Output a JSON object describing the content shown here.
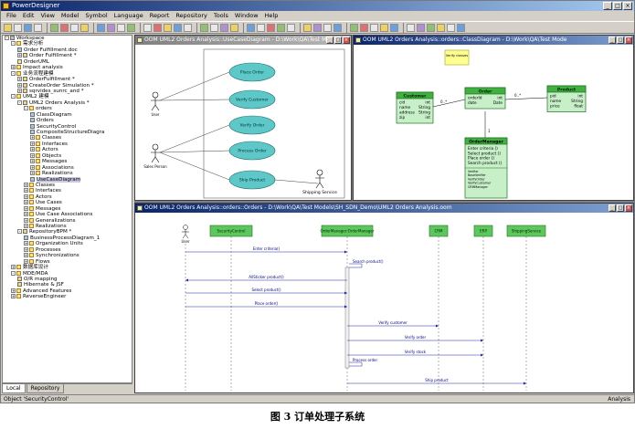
{
  "app": {
    "title": "PowerDesigner"
  },
  "menu": [
    "File",
    "Edit",
    "View",
    "Model",
    "Symbol",
    "Language",
    "Report",
    "Repository",
    "Tools",
    "Window",
    "Help"
  ],
  "browser": {
    "tree": [
      {
        "d": 0,
        "t": "Workspace",
        "pm": "-",
        "ic": "ws"
      },
      {
        "d": 1,
        "t": "需求分析",
        "pm": "-",
        "ic": "fd"
      },
      {
        "d": 2,
        "t": "Order Fulfillment.doc",
        "pm": "",
        "ic": "dg"
      },
      {
        "d": 2,
        "t": "Order Fulfillment *",
        "pm": "+",
        "ic": "pk"
      },
      {
        "d": 2,
        "t": "OrderUML",
        "pm": "",
        "ic": "cl"
      },
      {
        "d": 1,
        "t": "Impact analysis",
        "pm": "+",
        "ic": "fd"
      },
      {
        "d": 1,
        "t": "业务流程建模",
        "pm": "-",
        "ic": "fd"
      },
      {
        "d": 2,
        "t": "OrderFulfillment *",
        "pm": "+",
        "ic": "pk"
      },
      {
        "d": 2,
        "t": "CreateOrder Simulation *",
        "pm": "+",
        "ic": "pk"
      },
      {
        "d": 2,
        "t": "sqrvides_sunrc_and *",
        "pm": "+",
        "ic": "pk"
      },
      {
        "d": 1,
        "t": "UML2 建模",
        "pm": "-",
        "ic": "fd"
      },
      {
        "d": 2,
        "t": "UML2 Orders Analysis *",
        "pm": "-",
        "ic": "pk"
      },
      {
        "d": 3,
        "t": "orders",
        "pm": "-",
        "ic": "fd"
      },
      {
        "d": 4,
        "t": "ClassDiagram",
        "pm": "",
        "ic": "dg"
      },
      {
        "d": 4,
        "t": "Orders",
        "pm": "",
        "ic": "dg"
      },
      {
        "d": 4,
        "t": "SecurityControl",
        "pm": "",
        "ic": "dg"
      },
      {
        "d": 4,
        "t": "CompositeStructureDiagra",
        "pm": "",
        "ic": "dg"
      },
      {
        "d": 4,
        "t": "Classes",
        "pm": "+",
        "ic": "fd"
      },
      {
        "d": 4,
        "t": "Interfaces",
        "pm": "+",
        "ic": "fd"
      },
      {
        "d": 4,
        "t": "Actors",
        "pm": "+",
        "ic": "fd"
      },
      {
        "d": 4,
        "t": "Objects",
        "pm": "+",
        "ic": "fd"
      },
      {
        "d": 4,
        "t": "Messages",
        "pm": "+",
        "ic": "fd"
      },
      {
        "d": 4,
        "t": "Associations",
        "pm": "+",
        "ic": "fd"
      },
      {
        "d": 4,
        "t": "Realizations",
        "pm": "+",
        "ic": "fd"
      },
      {
        "d": 4,
        "t": "UseCaseDiagram",
        "pm": "",
        "ic": "dg",
        "sel": true
      },
      {
        "d": 3,
        "t": "Classes",
        "pm": "+",
        "ic": "fd"
      },
      {
        "d": 3,
        "t": "Interfaces",
        "pm": "+",
        "ic": "fd"
      },
      {
        "d": 3,
        "t": "Actors",
        "pm": "+",
        "ic": "fd"
      },
      {
        "d": 3,
        "t": "Use Cases",
        "pm": "+",
        "ic": "fd"
      },
      {
        "d": 3,
        "t": "Messages",
        "pm": "+",
        "ic": "fd"
      },
      {
        "d": 3,
        "t": "Use Case Associations",
        "pm": "+",
        "ic": "fd"
      },
      {
        "d": 3,
        "t": "Generalizations",
        "pm": "+",
        "ic": "fd"
      },
      {
        "d": 3,
        "t": "Realizations",
        "pm": "+",
        "ic": "fd"
      },
      {
        "d": 2,
        "t": "RepositoryBPM *",
        "pm": "-",
        "ic": "pk"
      },
      {
        "d": 3,
        "t": "BusinessProcessDiagram_1",
        "pm": "",
        "ic": "dg"
      },
      {
        "d": 3,
        "t": "Organization Units",
        "pm": "+",
        "ic": "fd"
      },
      {
        "d": 3,
        "t": "Processes",
        "pm": "+",
        "ic": "fd"
      },
      {
        "d": 3,
        "t": "Synchronizations",
        "pm": "+",
        "ic": "fd"
      },
      {
        "d": 3,
        "t": "Flows",
        "pm": "+",
        "ic": "fd"
      },
      {
        "d": 1,
        "t": "数据库设计",
        "pm": "+",
        "ic": "fd"
      },
      {
        "d": 1,
        "t": "MDE/MDA",
        "pm": "-",
        "ic": "fd"
      },
      {
        "d": 2,
        "t": "O/R mapping",
        "pm": "",
        "ic": "pk"
      },
      {
        "d": 2,
        "t": "Hibernate & JSF",
        "pm": "",
        "ic": "pk"
      },
      {
        "d": 1,
        "t": "Advanced Features",
        "pm": "+",
        "ic": "fd"
      },
      {
        "d": 1,
        "t": "ReverseEngineer",
        "pm": "+",
        "ic": "fd"
      }
    ],
    "tabs": [
      "Local",
      "Repository"
    ]
  },
  "status": {
    "left": "Object 'SecurityControl'",
    "right": "Analysis"
  },
  "win1": {
    "title": "OOM UML2 Orders Analysis::UseCaseDiagram - D:\\Work\\QA\\Test M",
    "actors": [
      "User",
      "Sales Person"
    ],
    "usecases": [
      "Place Order",
      "Verify Customer",
      "Verify Order",
      "Process Order",
      "Ship Product"
    ],
    "system": "Shipping Service"
  },
  "win2": {
    "title": "OOM UML2 Orders Analysis::orders::ClassDiagram - D:\\Work\\QA\\Test Mode",
    "note": "Verify classes",
    "classes": [
      {
        "name": "Customer",
        "attrs": [
          [
            "cid",
            "int"
          ],
          [
            "name",
            "String"
          ],
          [
            "address",
            "String"
          ],
          [
            "zip",
            "int"
          ]
        ]
      },
      {
        "name": "Order",
        "attrs": [
          [
            "orderId",
            "int"
          ],
          [
            "date",
            "Date"
          ]
        ]
      },
      {
        "name": "Product",
        "attrs": [
          [
            "pid",
            "int"
          ],
          [
            "name",
            "String"
          ],
          [
            "price",
            "float"
          ]
        ]
      }
    ],
    "mult": [
      "0..*",
      "0..*",
      "1"
    ],
    "mgr": {
      "name": "OrderManager",
      "ops": [
        "Enter criteria ()",
        "Select product ()",
        "Place order ()",
        "Search product ()"
      ],
      "subs": [
        "Verifier",
        "BaseVerifier",
        "VerifyOrder",
        "VerifyCustomer",
        "CRMManager"
      ]
    }
  },
  "win3": {
    "title": "OOM UML2 Orders Analysis::orders::Orders - D:\\Work\\QA\\Test Models\\SH_SDN_Demo\\UML2 Orders Analysis.oom",
    "objects": [
      "User",
      "SecurityControl",
      "OrderManager:OrderManager",
      "CRM",
      "ERP",
      "ShippingService"
    ],
    "messages": [
      "Enter criteria()",
      "Search product()",
      "AllSticker product()",
      "Select product()",
      "Place order()",
      "Verify customer",
      "Verify order",
      "Verify stock",
      "Process order",
      "Ship product"
    ]
  },
  "caption": "图 3 订单处理子系统"
}
